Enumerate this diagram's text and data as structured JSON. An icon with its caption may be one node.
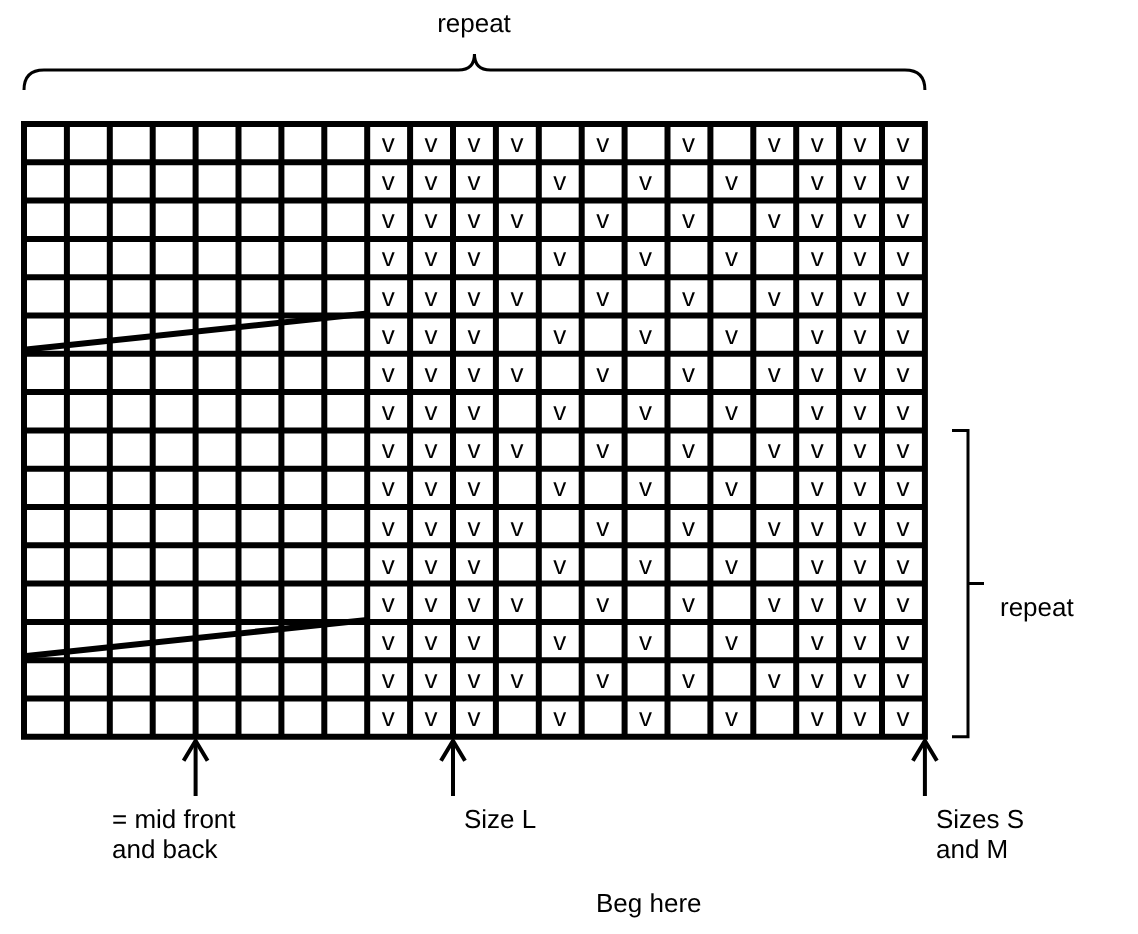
{
  "diagram": {
    "nodes": [
      {
        "text": [],
        "shape": "grid"
      },
      {
        "text": [
          "= mid front and back"
        ]
      },
      {
        "text": [
          "Size L"
        ]
      },
      {
        "text": [
          "Sizes S and M"
        ]
      }
    ],
    "edges": [
      {
        "from": 1,
        "to": 0,
        "arrow": "to"
      },
      {
        "from": 2,
        "to": 0,
        "arrow": "to"
      },
      {
        "from": 3,
        "to": 0,
        "arrow": "to"
      }
    ],
    "labels": [
      "repeat",
      "repeat",
      "Beg here",
      "v",
      "v",
      "v",
      "v",
      "v",
      "v",
      "v",
      "v",
      "v",
      "v",
      "v",
      "v",
      "v",
      "v",
      "v",
      "v",
      "v",
      "v",
      "v",
      "v",
      "v",
      "v",
      "v",
      "v",
      "v",
      "v",
      "v",
      "v",
      "v",
      "v",
      "v",
      "v",
      "v",
      "v",
      "v",
      "v",
      "v",
      "v",
      "v",
      "v",
      "v",
      "v",
      "v",
      "v",
      "v",
      "v",
      "v",
      "v",
      "v",
      "v",
      "v",
      "v",
      "v",
      "v",
      "v",
      "v",
      "v",
      "v",
      "v",
      "v",
      "v",
      "v",
      "v",
      "v",
      "v",
      "v",
      "v",
      "v",
      "v",
      "v",
      "v",
      "v",
      "v",
      "v",
      "v",
      "v",
      "v",
      "v",
      "v",
      "v",
      "v",
      "v",
      "v",
      "v",
      "v",
      "v",
      "v",
      "v",
      "v",
      "v",
      "v",
      "v",
      "v",
      "v",
      "v",
      "v",
      "v",
      "v",
      "v",
      "v",
      "v",
      "v",
      "v",
      "v",
      "v",
      "v",
      "v",
      "v",
      "v",
      "v",
      "v",
      "v",
      "v",
      "v",
      "v",
      "v",
      "v",
      "v",
      "v",
      "v",
      "v",
      "v",
      "v",
      "v",
      "v",
      "v",
      "v",
      "v",
      "v",
      "v",
      "v",
      "v",
      "v",
      "v",
      "v",
      "v",
      "v",
      "v",
      "v",
      "v",
      "v",
      "v",
      "v",
      "v",
      "v",
      "v",
      "v",
      "v",
      "v",
      "v",
      "v",
      "v"
    ]
  }
}
